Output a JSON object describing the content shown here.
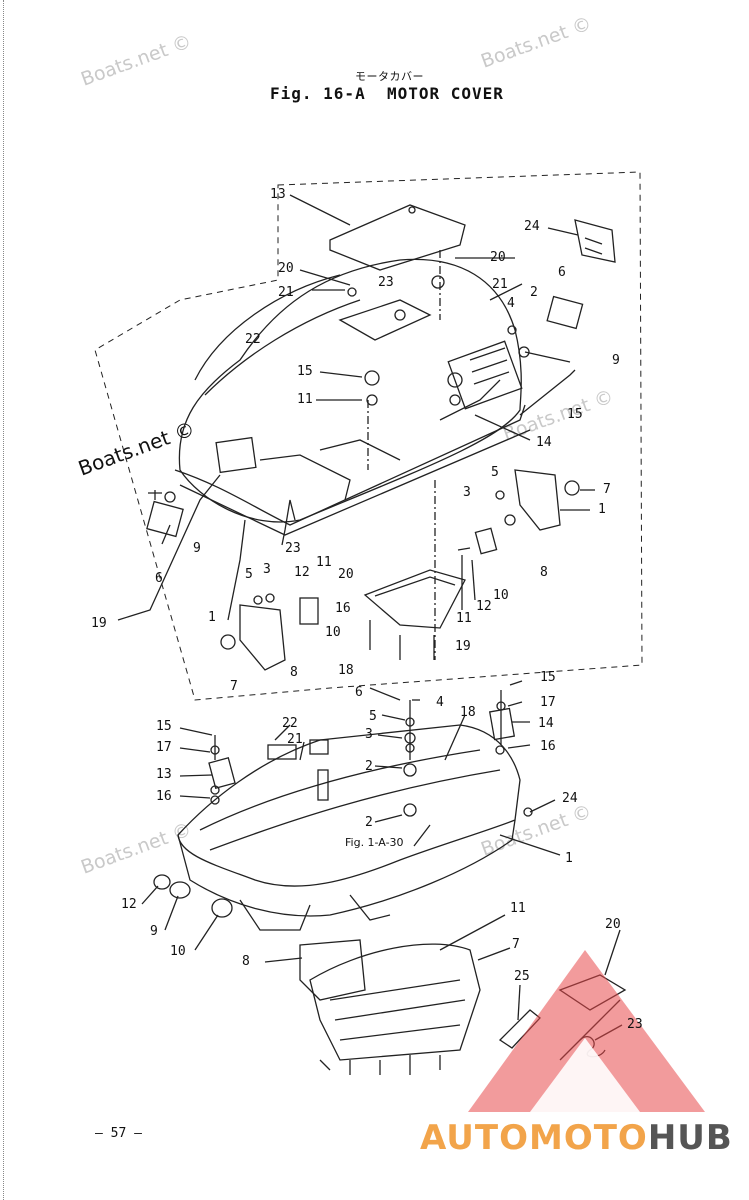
{
  "header": {
    "subtitle": "モータカバー",
    "figure": "Fig. 16-A",
    "title": "MOTOR COVER"
  },
  "watermarks": {
    "light": "Boats.net ©",
    "dark": "Boats.net ©"
  },
  "callouts": {
    "upper": [
      "13",
      "24",
      "20",
      "23",
      "21",
      "6",
      "20",
      "21",
      "2",
      "4",
      "22",
      "9",
      "15",
      "11",
      "15",
      "14",
      "5",
      "7",
      "3",
      "1",
      "23",
      "9",
      "6",
      "5",
      "3",
      "12",
      "11",
      "20",
      "16",
      "10",
      "12",
      "8",
      "11",
      "10",
      "1",
      "19",
      "7",
      "8",
      "18",
      "19"
    ],
    "lower": [
      "15",
      "17",
      "14",
      "6",
      "4",
      "5",
      "18",
      "22",
      "15",
      "21",
      "17",
      "3",
      "16",
      "13",
      "2",
      "16",
      "24",
      "2",
      "1",
      "12",
      "9",
      "10",
      "8",
      "11",
      "7",
      "20",
      "25",
      "23"
    ]
  },
  "figure_reference": "Fig. 1-A-30",
  "page_number": "— 57 —",
  "logo": {
    "auto": "AUTO",
    "moto": "MOTO",
    "hub": "HUB",
    "colors": {
      "triangle": "#e8484a",
      "accent": "#f2a44a",
      "dark": "#555555"
    }
  }
}
